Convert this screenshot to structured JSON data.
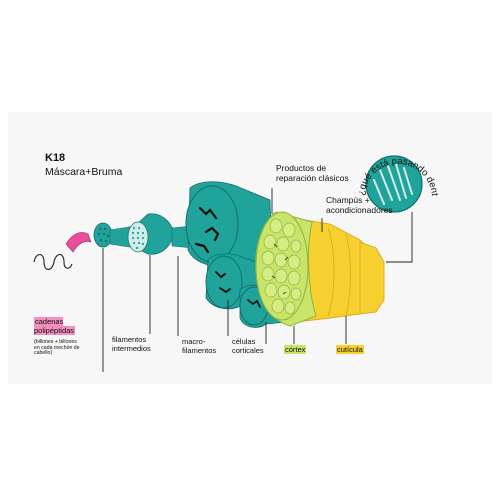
{
  "title": {
    "brand": "K18",
    "subtitle": "Máscara+Bruma"
  },
  "labels": {
    "productos": "Productos de reparación clásicos",
    "champus": "Champús + acondicionadores",
    "cadenas": "cadenas polipéptidas",
    "cadenas_note": "(billones + billones en cada mechón de cabello)",
    "filamentos": "filamentos intermedios",
    "macro": "macro-filamentos",
    "celulas": "células corticales",
    "cortex": "córtex",
    "cuticula": "cutícula",
    "circle_question": "¿qué está pasando dentro de tu cabello?"
  },
  "colors": {
    "teal": "#1fa39a",
    "teal_dark": "#0f6f69",
    "lime": "#c9e46a",
    "lime_dark": "#8fb53a",
    "yellow": "#f6d02e",
    "yellow_dark": "#d9a91b",
    "pink": "#e84f9a",
    "panel": "#f7f7f7"
  }
}
